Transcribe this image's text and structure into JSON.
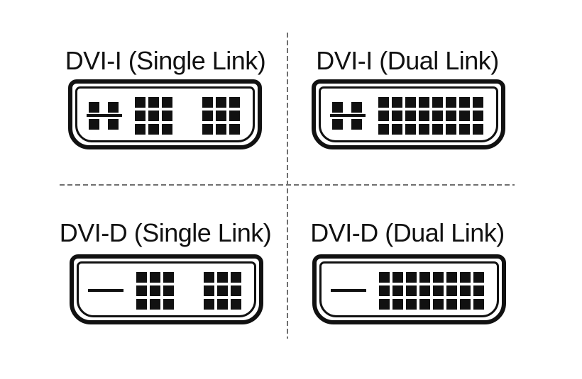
{
  "diagram": {
    "background": "#ffffff",
    "ink": "#111111",
    "divider": "#6f6f6f",
    "connectors": [
      {
        "label": "DVI-I (Single Link)",
        "type": "DVI-I",
        "link": "Single Link",
        "analog": true,
        "analog_pins": 4,
        "has_blade": true,
        "pin_layout": "two-3x3",
        "digital_pins": 18,
        "pin_groups": [
          {
            "rows": 3,
            "cols": 3
          },
          {
            "rows": 3,
            "cols": 3
          }
        ],
        "quadrant": "top-left"
      },
      {
        "label": "DVI-I (Dual Link)",
        "type": "DVI-I",
        "link": "Dual Link",
        "analog": true,
        "analog_pins": 4,
        "has_blade": true,
        "pin_layout": "8x3",
        "digital_pins": 24,
        "pin_groups": [
          {
            "rows": 3,
            "cols": 8
          }
        ],
        "quadrant": "top-right"
      },
      {
        "label": "DVI-D (Single Link)",
        "type": "DVI-D",
        "link": "Single Link",
        "analog": false,
        "analog_pins": 0,
        "has_blade": true,
        "pin_layout": "two-3x3",
        "digital_pins": 18,
        "pin_groups": [
          {
            "rows": 3,
            "cols": 3
          },
          {
            "rows": 3,
            "cols": 3
          }
        ],
        "quadrant": "bottom-left"
      },
      {
        "label": "DVI-D (Dual Link)",
        "type": "DVI-D",
        "link": "Dual Link",
        "analog": false,
        "analog_pins": 0,
        "has_blade": true,
        "pin_layout": "8x3",
        "digital_pins": 24,
        "pin_groups": [
          {
            "rows": 3,
            "cols": 8
          }
        ],
        "quadrant": "bottom-right"
      }
    ]
  }
}
